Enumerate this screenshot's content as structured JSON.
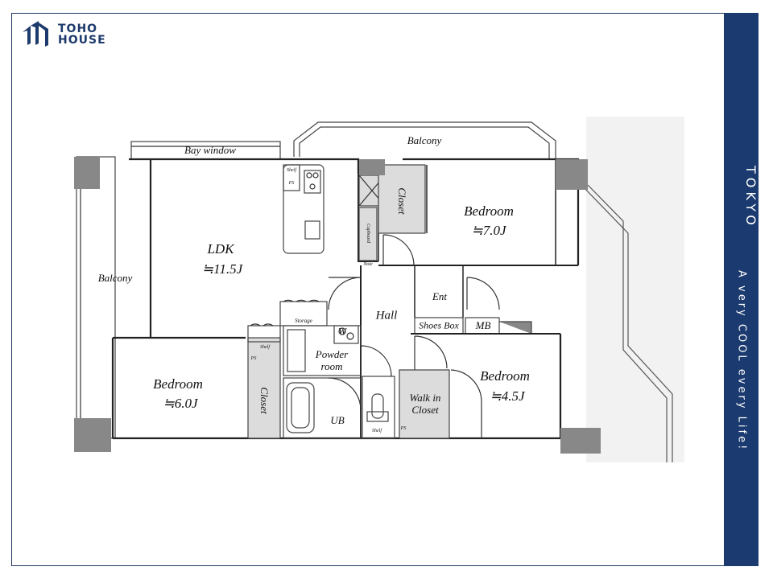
{
  "brand": {
    "line1": "TOHO",
    "line2": "HOUSE",
    "color": "#1b3a6f"
  },
  "sidebar": {
    "city": "TOKYO",
    "tagline": "A very COOL every Life!"
  },
  "plan": {
    "bay_window": "Bay window",
    "balcony_top": "Balcony",
    "balcony_left": "Balcony",
    "ldk_name": "LDK",
    "ldk_size": "≒11.5J",
    "closet_top": "Closet",
    "cupboard": "Cupboard",
    "bed1_name": "Bedroom",
    "bed1_size": "≒7.0J",
    "hall": "Hall",
    "ent": "Ent",
    "shoes_box": "Shoes Box",
    "mb": "MB",
    "storage": "Storage",
    "w": "W",
    "powder_room": "Powder\nroom",
    "shelf_a": "Shelf",
    "ps_a": "PS",
    "bed2_name": "Bedroom",
    "bed2_size": "≒6.0J",
    "closet_left": "Closet",
    "ub": "UB",
    "shelf_b": "Shelf",
    "ps_b": "PS",
    "walkin": "Walk in\nCloset",
    "bed3_name": "Bedroom",
    "bed3_size": "≒4.5J",
    "shelf_k": "Shelf",
    "pantry": "PS",
    "note": "Note"
  }
}
